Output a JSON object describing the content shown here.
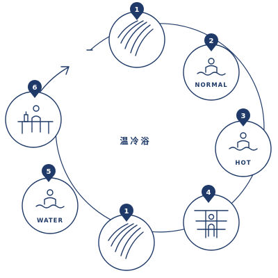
{
  "title": "温冷浴",
  "accent_color": "#1f3a68",
  "steps": [
    {
      "number": "1",
      "label": "",
      "icon": "shower-icon"
    },
    {
      "number": "2",
      "label": "NORMAL",
      "icon": "bath-icon"
    },
    {
      "number": "3",
      "label": "HOT",
      "icon": "bath-icon"
    },
    {
      "number": "4",
      "label": "",
      "icon": "sauna-icon"
    },
    {
      "number": "1",
      "label": "",
      "icon": "shower-icon"
    },
    {
      "number": "5",
      "label": "WATER",
      "icon": "bath-icon"
    },
    {
      "number": "6",
      "label": "",
      "icon": "rest-icon"
    }
  ]
}
